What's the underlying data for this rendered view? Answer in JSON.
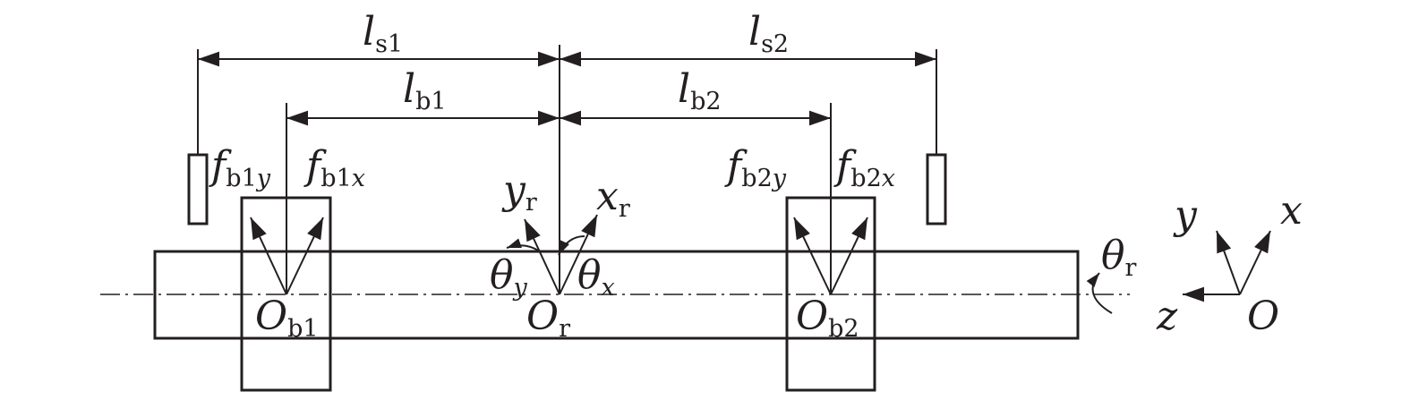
{
  "labels": {
    "ls1": {
      "main": "l",
      "sub": "s1"
    },
    "ls2": {
      "main": "l",
      "sub": "s2"
    },
    "lb1": {
      "main": "l",
      "sub": "b1"
    },
    "lb2": {
      "main": "l",
      "sub": "b2"
    },
    "fb1y": {
      "main": "f",
      "sub": "b1",
      "subital": "y"
    },
    "fb1x": {
      "main": "f",
      "sub": "b1",
      "subital": "x"
    },
    "fb2y": {
      "main": "f",
      "sub": "b2",
      "subital": "y"
    },
    "fb2x": {
      "main": "f",
      "sub": "b2",
      "subital": "x"
    },
    "yr": {
      "main": "y",
      "sub": "r"
    },
    "xr": {
      "main": "x",
      "sub": "r"
    },
    "theta_y": {
      "main": "θ",
      "sub": "y"
    },
    "theta_x": {
      "main": "θ",
      "sub": "x"
    },
    "theta_r": {
      "main": "θ",
      "sub": "r"
    },
    "Ob1": {
      "main": "O",
      "sub": "b1"
    },
    "Or": {
      "main": "O",
      "sub": "r"
    },
    "Ob2": {
      "main": "O",
      "sub": "b2"
    },
    "axis_y": "y",
    "axis_x": "x",
    "axis_z": "z",
    "axis_O": "O"
  }
}
